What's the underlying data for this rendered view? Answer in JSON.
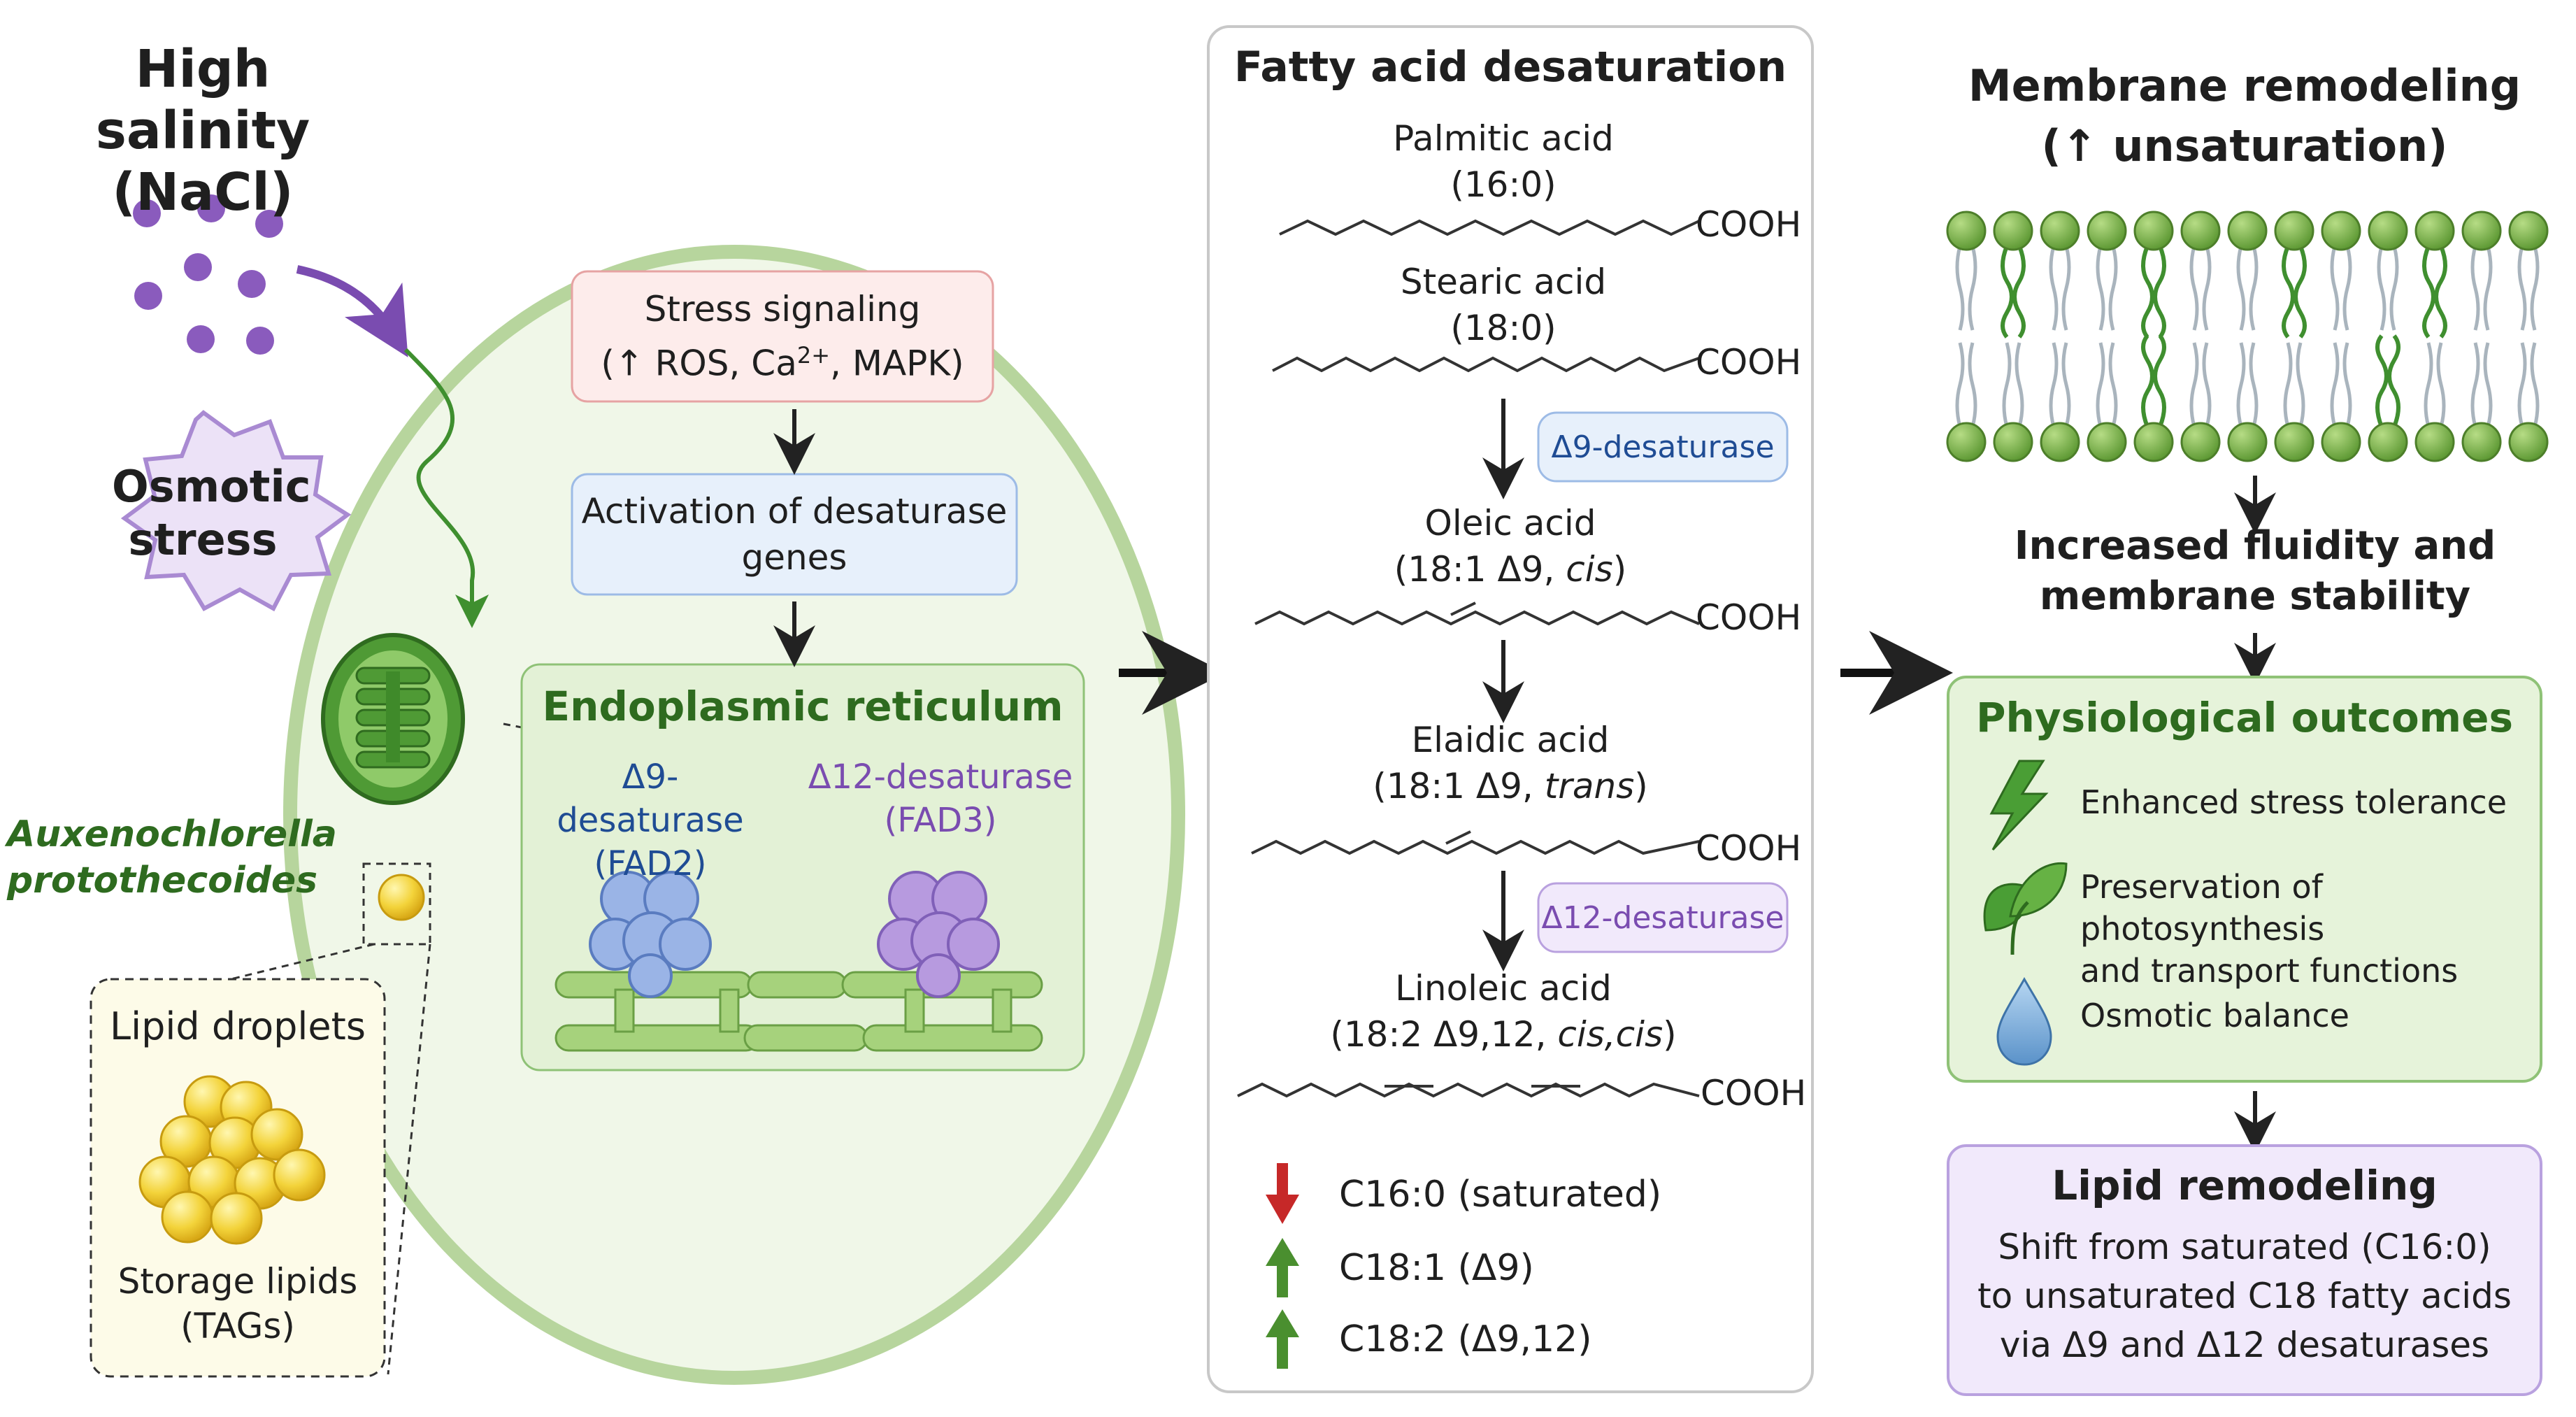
{
  "colors": {
    "purple": "#7a4cb0",
    "green": "#3f8f2f",
    "dark_green": "#2e6b1f",
    "blue": "#1f4c94",
    "cell_fill": "#eef6e4",
    "cell_border": "#9cc98a",
    "red": "#c62828"
  },
  "left": {
    "title_line1": "High salinity",
    "title_line2": "(NaCl)",
    "osmotic_line1": "Osmotic",
    "osmotic_line2": "stress",
    "organism_line1": "Auxenochlorella",
    "organism_line2": "protothecoides",
    "lipid_title": "Lipid droplets",
    "storage_line1": "Storage lipids",
    "storage_line2": "(TAGs)"
  },
  "cell": {
    "signal_line1": "Stress signaling",
    "signal_line2_a": "(↑ ROS, Ca",
    "signal_line2_sup": "2+",
    "signal_line2_b": ", MAPK)",
    "activation_line1": "Activation of desaturase",
    "activation_line2": "genes",
    "er_title": "Endoplasmic reticulum",
    "d9_line1": "Δ9-desaturase",
    "d9_line2": "(FAD2)",
    "d12_line1": "Δ12-desaturase",
    "d12_line2": "(FAD3)"
  },
  "middle": {
    "title": "Fatty acid desaturation",
    "cooh": "COOH",
    "fatty_acids": [
      {
        "name": "Palmitic acid",
        "formula": "(16:0)"
      },
      {
        "name": "Stearic acid",
        "formula": "(18:0)"
      },
      {
        "name": "Oleic acid",
        "formula_a": "(18:1 Δ9, ",
        "formula_i": "cis",
        "formula_b": ")"
      },
      {
        "name": "Elaidic acid",
        "formula_a": "(18:1 Δ9, ",
        "formula_i": "trans",
        "formula_b": ")"
      },
      {
        "name": "Linoleic acid",
        "formula_a": "(18:2 Δ9,12, ",
        "formula_i": "cis,cis",
        "formula_b": ")"
      }
    ],
    "enzyme_d9": "Δ9-desaturase",
    "enzyme_d12": "Δ12-desaturase",
    "trends": [
      {
        "label": "C16:0 (saturated)",
        "direction": "down"
      },
      {
        "label": "C18:1 (Δ9)",
        "direction": "up"
      },
      {
        "label": "C18:2 (Δ9,12)",
        "direction": "up"
      }
    ]
  },
  "right": {
    "title_line1": "Membrane remodeling",
    "title_line2": "(↑ unsaturation)",
    "fluidity_line1": "Increased fluidity and",
    "fluidity_line2": "membrane stability",
    "outcomes_title": "Physiological outcomes",
    "outcomes": [
      {
        "icon": "lightning-icon",
        "line1": "Enhanced stress tolerance",
        "line2": ""
      },
      {
        "icon": "leaf-icon",
        "line1": "Preservation of photosynthesis",
        "line2": "and transport functions"
      },
      {
        "icon": "water-drop-icon",
        "line1": "Osmotic balance",
        "line2": ""
      }
    ],
    "lipid_title": "Lipid remodeling",
    "lipid_line1": "Shift from saturated (C16:0)",
    "lipid_line2": "to unsaturated C18 fatty acids",
    "lipid_line3": "via Δ9 and Δ12 desaturases"
  }
}
